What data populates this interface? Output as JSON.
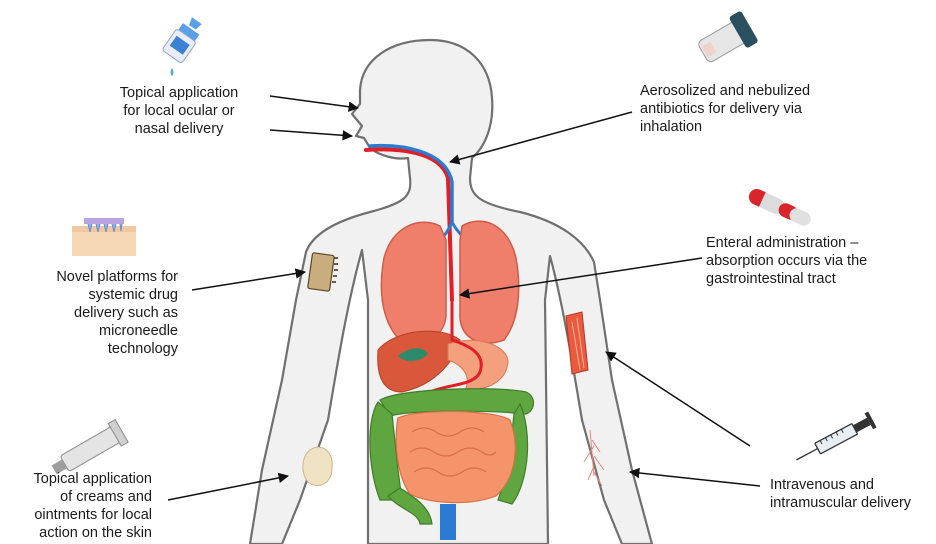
{
  "labels": {
    "ocular_nasal": [
      "Topical application",
      "for local ocular or",
      "nasal delivery"
    ],
    "aerosol": [
      "Aerosolized and nebulized",
      "antibiotics for delivery via",
      "inhalation"
    ],
    "enteral": [
      "Enteral administration –",
      "absorption occurs via the",
      "gastrointestinal tract"
    ],
    "microneedle": [
      "Novel platforms for",
      "systemic drug",
      "delivery such as",
      "microneedle",
      "technology"
    ],
    "topical_skin": [
      "Topical application",
      "of creams and",
      "ointments for local",
      "action on the skin"
    ],
    "iv_im": [
      "Intravenous and",
      "intramuscular delivery"
    ]
  },
  "icons": [
    "eye-dropper-bottle-icon",
    "inhaler-icon",
    "capsule-icon",
    "microneedle-patch-icon",
    "ointment-tube-icon",
    "syringe-icon"
  ],
  "colors": {
    "body_fill": "#f1f1f1",
    "body_outline": "#6f6f6f",
    "lung": "#ef7f6a",
    "liver": "#d9573a",
    "stomach": "#f4a07d",
    "small_intestine": "#f5946a",
    "large_intestine": "#5fa640",
    "airway_red": "#e01f26",
    "airway_blue": "#2b7bd2"
  }
}
